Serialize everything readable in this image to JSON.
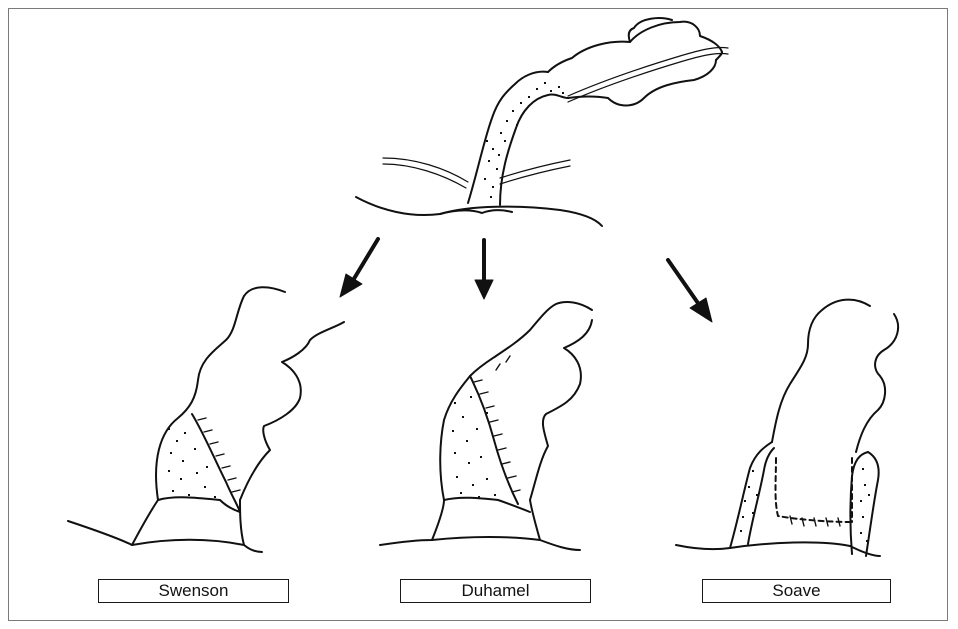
{
  "labels": {
    "swenson": "Swenson",
    "duhamel": "Duhamel",
    "soave": "Soave"
  },
  "colors": {
    "line": "#111111",
    "frame": "#7a7a7a",
    "background": "#ffffff"
  }
}
